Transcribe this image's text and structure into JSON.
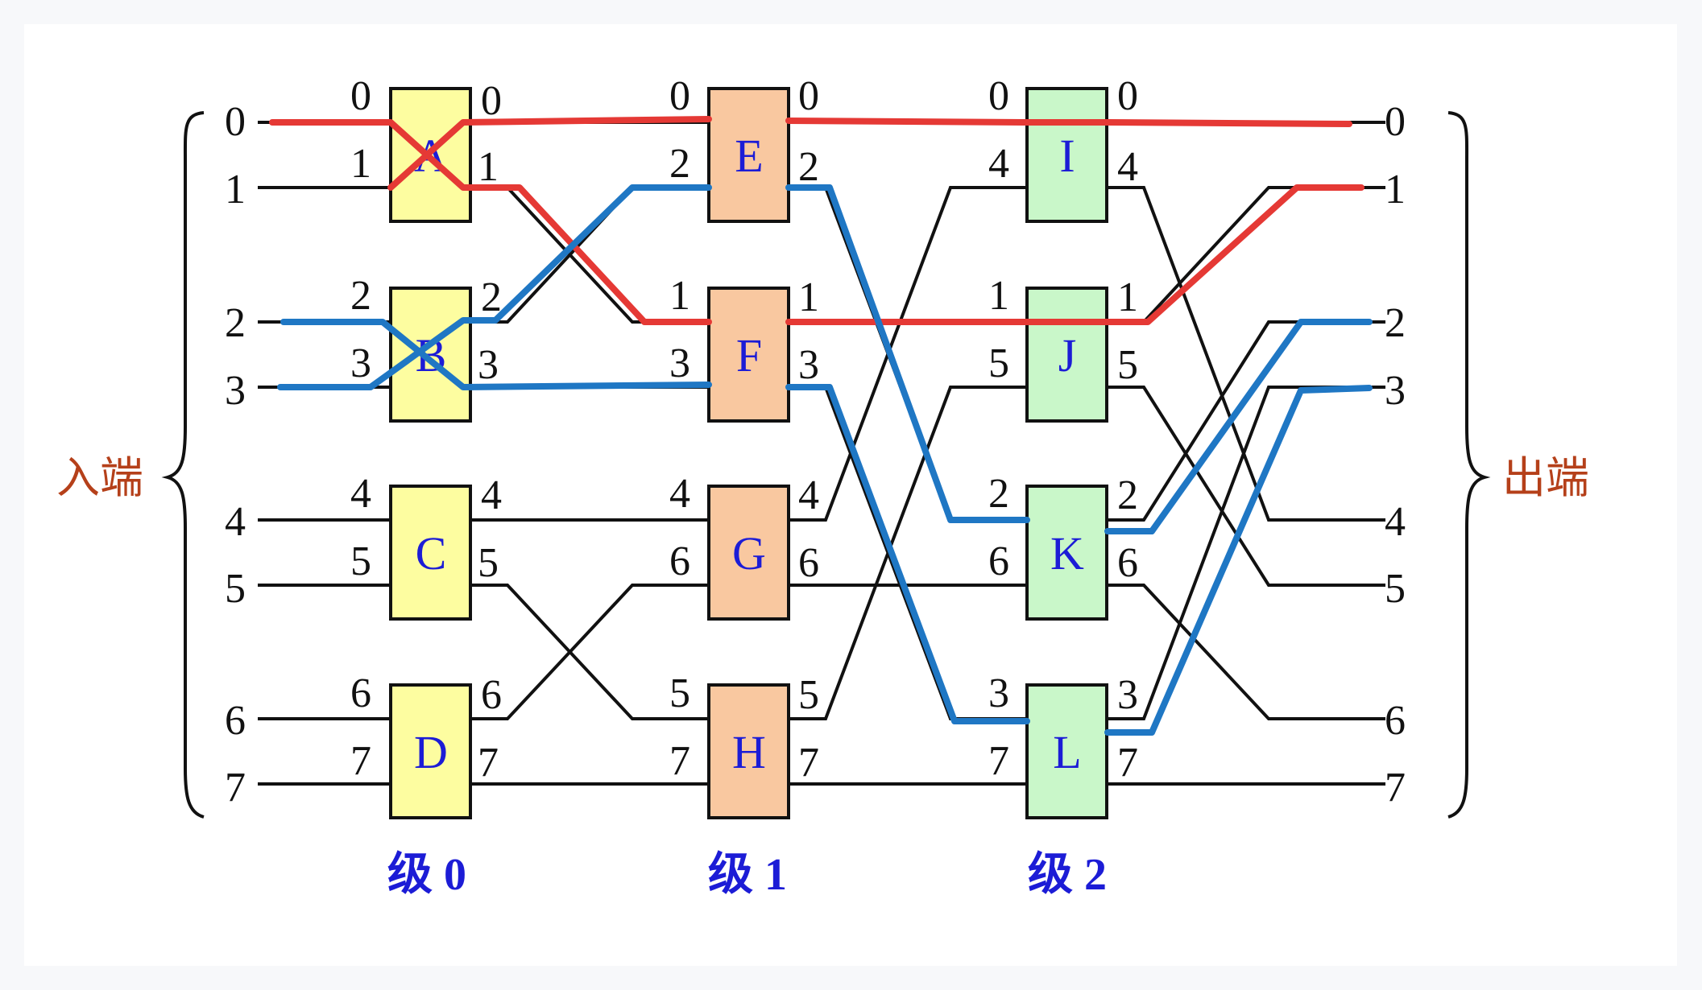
{
  "side_labels": {
    "input": "入端",
    "output": "出端"
  },
  "stages": [
    {
      "label": "级 0",
      "switches": [
        "A",
        "B",
        "C",
        "D"
      ]
    },
    {
      "label": "级 1",
      "switches": [
        "E",
        "F",
        "G",
        "H"
      ]
    },
    {
      "label": "级 2",
      "switches": [
        "I",
        "J",
        "K",
        "L"
      ]
    }
  ],
  "input_ports": [
    "0",
    "1",
    "2",
    "3",
    "4",
    "5",
    "6",
    "7"
  ],
  "output_ports": [
    "0",
    "1",
    "2",
    "3",
    "4",
    "5",
    "6",
    "7"
  ],
  "switch_port_labels": [
    {
      "in": [
        [
          "0",
          "1"
        ],
        [
          "2",
          "3"
        ],
        [
          "4",
          "5"
        ],
        [
          "6",
          "7"
        ]
      ],
      "out": [
        [
          "0",
          "1"
        ],
        [
          "2",
          "3"
        ],
        [
          "4",
          "5"
        ],
        [
          "6",
          "7"
        ]
      ]
    },
    {
      "in": [
        [
          "0",
          "2"
        ],
        [
          "1",
          "3"
        ],
        [
          "4",
          "6"
        ],
        [
          "5",
          "7"
        ]
      ],
      "out": [
        [
          "0",
          "2"
        ],
        [
          "1",
          "3"
        ],
        [
          "4",
          "6"
        ],
        [
          "5",
          "7"
        ]
      ]
    },
    {
      "in": [
        [
          "0",
          "4"
        ],
        [
          "1",
          "5"
        ],
        [
          "2",
          "6"
        ],
        [
          "3",
          "7"
        ]
      ],
      "out": [
        [
          "0",
          "4"
        ],
        [
          "1",
          "5"
        ],
        [
          "2",
          "6"
        ],
        [
          "3",
          "7"
        ]
      ]
    }
  ],
  "colors": {
    "stage0": "#fdfda0",
    "stage1": "#f9c8a0",
    "stage2": "#c9f7c9",
    "red_path": "#e53935",
    "blue_path": "#1f77c4",
    "wire": "#111111"
  }
}
